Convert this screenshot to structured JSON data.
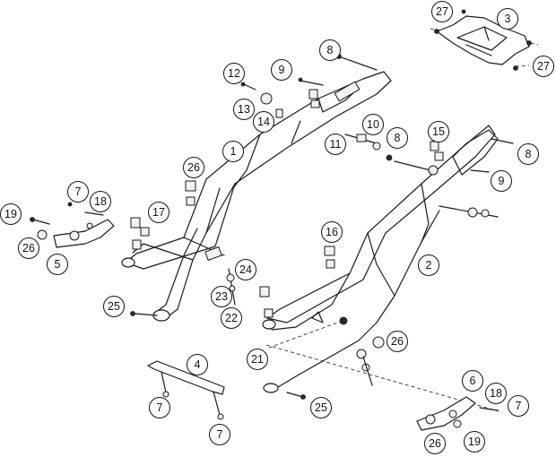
{
  "diagram": {
    "callouts": [
      {
        "id": "c-27-top",
        "label": "27"
      },
      {
        "id": "c-3",
        "label": "3"
      },
      {
        "id": "c-27-right",
        "label": "27"
      },
      {
        "id": "c-8-top",
        "label": "8"
      },
      {
        "id": "c-9-top",
        "label": "9"
      },
      {
        "id": "c-12",
        "label": "12"
      },
      {
        "id": "c-13",
        "label": "13"
      },
      {
        "id": "c-14",
        "label": "14"
      },
      {
        "id": "c-10",
        "label": "10"
      },
      {
        "id": "c-8-mid",
        "label": "8"
      },
      {
        "id": "c-11",
        "label": "11"
      },
      {
        "id": "c-15",
        "label": "15"
      },
      {
        "id": "c-8-right",
        "label": "8"
      },
      {
        "id": "c-9-right",
        "label": "9"
      },
      {
        "id": "c-1",
        "label": "1"
      },
      {
        "id": "c-26-top",
        "label": "26"
      },
      {
        "id": "c-7-left",
        "label": "7"
      },
      {
        "id": "c-18-left",
        "label": "18"
      },
      {
        "id": "c-19-left",
        "label": "19"
      },
      {
        "id": "c-17",
        "label": "17"
      },
      {
        "id": "c-26-left",
        "label": "26"
      },
      {
        "id": "c-5",
        "label": "5"
      },
      {
        "id": "c-16",
        "label": "16"
      },
      {
        "id": "c-2",
        "label": "2"
      },
      {
        "id": "c-24",
        "label": "24"
      },
      {
        "id": "c-23",
        "label": "23"
      },
      {
        "id": "c-22",
        "label": "22"
      },
      {
        "id": "c-25-left",
        "label": "25"
      },
      {
        "id": "c-26-mid",
        "label": "26"
      },
      {
        "id": "c-21",
        "label": "21"
      },
      {
        "id": "c-4",
        "label": "4"
      },
      {
        "id": "c-6",
        "label": "6"
      },
      {
        "id": "c-18-right",
        "label": "18"
      },
      {
        "id": "c-7-right",
        "label": "7"
      },
      {
        "id": "c-7-bracket-left",
        "label": "7"
      },
      {
        "id": "c-25-bottom",
        "label": "25"
      },
      {
        "id": "c-7-bracket-bottom",
        "label": "7"
      },
      {
        "id": "c-26-bottom",
        "label": "26"
      },
      {
        "id": "c-19-right",
        "label": "19"
      }
    ]
  }
}
